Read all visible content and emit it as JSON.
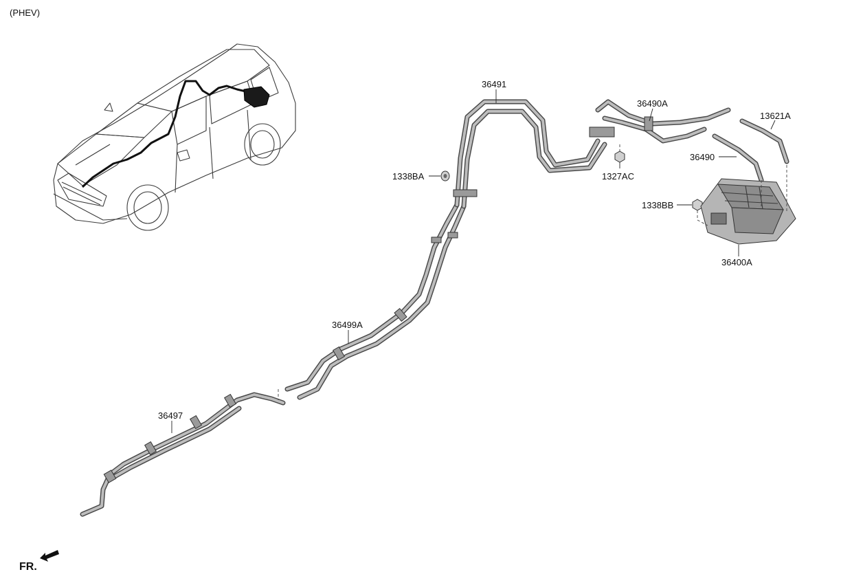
{
  "header": {
    "variant": "(PHEV)"
  },
  "footer": {
    "orientation": "FR."
  },
  "parts": {
    "p36491": "36491",
    "p36490A": "36490A",
    "p13621A": "13621A",
    "p1338BA": "1338BA",
    "p1327AC": "1327AC",
    "p36490": "36490",
    "p1338BB": "1338BB",
    "p36400A": "36400A",
    "p36499A": "36499A",
    "p36497": "36497"
  },
  "icons": {
    "vehicle": "suv-outline-illustration",
    "front_arrow": "front-direction-arrow-icon",
    "module": "charger-module-illustration"
  }
}
